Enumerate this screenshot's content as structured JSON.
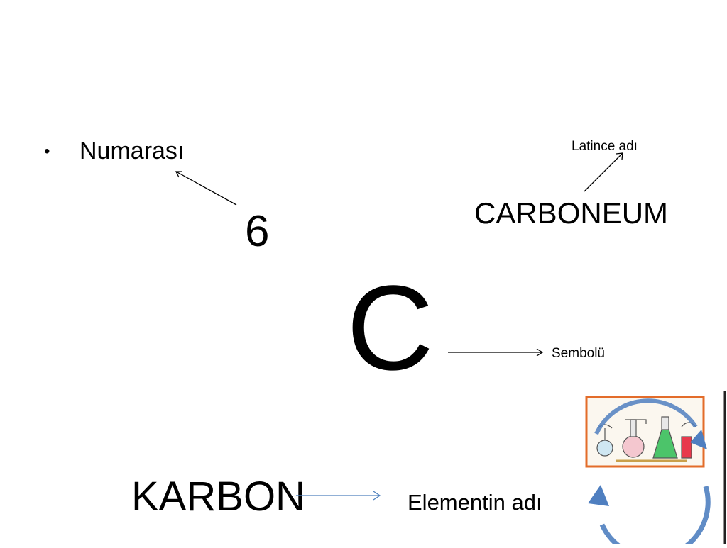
{
  "slide": {
    "bullet_marker": "•",
    "bullet_text": "Numarası",
    "atomic_number": "6",
    "latin_name": "CARBONEUM",
    "latin_name_label": "Latince adı",
    "symbol": "C",
    "symbol_label": "Sembolü",
    "element_name": "KARBON",
    "element_name_label": "Elementin adı"
  },
  "colors": {
    "text": "#000000",
    "blue_arrow": "#4f81bd",
    "lab_frame": "#e36c2a",
    "cycle_arrow": "#4f7fc0"
  },
  "icons": [
    "lab-equipment-cycle-icon"
  ]
}
